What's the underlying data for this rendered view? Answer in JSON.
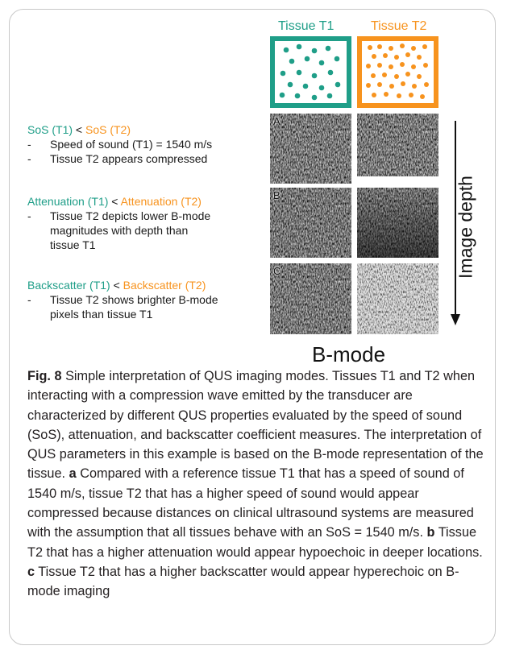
{
  "figure": {
    "tissue_t1_label": "Tissue T1",
    "tissue_t2_label": "Tissue T2",
    "colors": {
      "t1": "#1f9e88",
      "t2": "#f7931e",
      "text": "#111111"
    },
    "rows": [
      {
        "letter": "A",
        "head_t1": "SoS (T1)",
        "head_op": " < ",
        "head_t2": "SoS (T2)",
        "bullets": [
          [
            "Speed of sound (T1) = 1540 m/s"
          ],
          [
            "Tissue T2 appears compressed"
          ]
        ]
      },
      {
        "letter": "B",
        "head_t1": "Attenuation (T1)",
        "head_op": " < ",
        "head_t2": "Attenuation (T2)",
        "bullets": [
          [
            "Tissue T2 depicts lower B-mode",
            "magnitudes with depth than",
            "tissue T1"
          ]
        ]
      },
      {
        "letter": "C",
        "head_t1": "Backscatter (T1)",
        "head_op": " < ",
        "head_t2": "Backscatter (T2)",
        "bullets": [
          [
            "Tissue T2 shows brighter B-mode",
            "pixels than tissue T1"
          ]
        ]
      }
    ],
    "bullet_dash": "-",
    "depth_label": "Image depth",
    "bmode_label": "B-mode"
  },
  "caption": {
    "fig_label": "Fig. 8",
    "intro": "Simple interpretation of QUS imaging modes. Tissues T1 and T2 when interacting with a compression wave emitted by the transducer are characterized by different QUS properties evaluated by the speed of sound (SoS), attenuation, and backscatter coefficient measures. The interpretation of QUS parameters in this example is based on the B-mode representation of the tissue.",
    "a_label": "a",
    "a_text": "Compared with a reference tissue T1 that has a speed of sound of 1540 m/s, tissue T2 that has a higher speed of sound would appear compressed because distances on clinical ultrasound systems are measured with the assumption that all tissues behave with an SoS = 1540 m/s.",
    "b_label": "b",
    "b_text": "Tissue T2 that has a higher attenuation would appear hypoechoic in deeper locations.",
    "c_label": "c",
    "c_text": "Tissue T2 that has a higher backscatter would appear hyperechoic on B-mode imaging"
  }
}
